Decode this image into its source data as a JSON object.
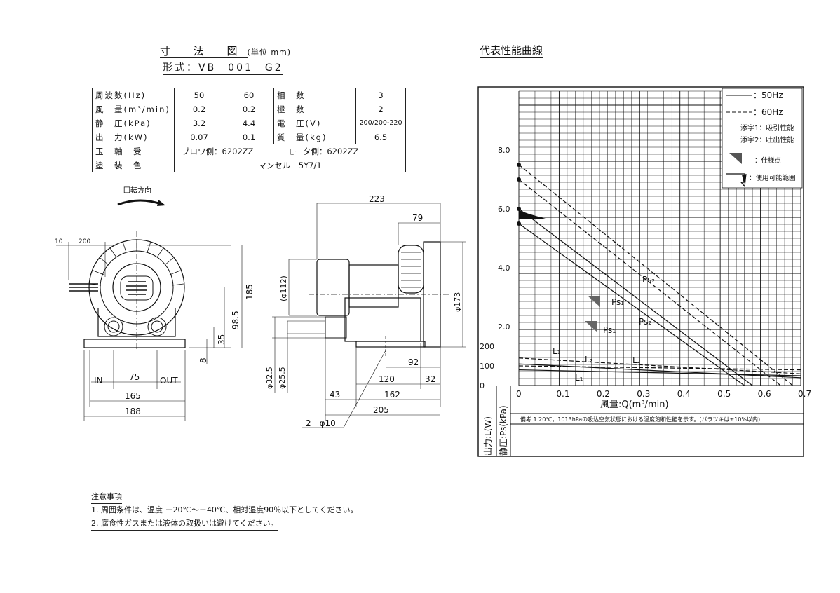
{
  "header": {
    "dim_title": "寸 法 図",
    "dim_unit": "(単位 mm)",
    "model": "形式：VB－001－G2",
    "perf_title": "代表性能曲線"
  },
  "spec_table": {
    "rows": [
      [
        "周波数(Hz)",
        "50",
        "60",
        "相　数",
        "3"
      ],
      [
        "風　量(m³/min)",
        "0.2",
        "0.2",
        "極　数",
        "2"
      ],
      [
        "静　圧(kPa)",
        "3.2",
        "4.4",
        "電　圧(V)",
        "200/200-220"
      ],
      [
        "出　力(kW)",
        "0.07",
        "0.1",
        "質　量(kg)",
        "6.5"
      ]
    ],
    "bearing_label": "玉　軸　受",
    "bearing_blower": "ブロワ側：6202ZZ",
    "bearing_motor": "モータ側：6202ZZ",
    "paint_label": "塗　装　色",
    "paint_value": "マンセル　5Y7/1"
  },
  "drawing": {
    "rotation_label": "回転方向",
    "dims_front": [
      "10",
      "200",
      "185",
      "98.5",
      "35",
      "8",
      "75",
      "165",
      "188"
    ],
    "port_in": "IN",
    "port_out": "OUT",
    "dims_side": [
      "223",
      "79",
      "(φ112)",
      "φ173",
      "φ32.5",
      "φ25.5",
      "92",
      "120",
      "32",
      "43",
      "162",
      "205",
      "2－φ10"
    ]
  },
  "chart_data": {
    "type": "line",
    "xlabel": "風量:Q(m³/min)",
    "ylabel_ps": "静圧:Ps(kPa)",
    "ylabel_l": "出力:L(W)",
    "x_ticks": [
      "0",
      "0.1",
      "0.2",
      "0.3",
      "0.4",
      "0.5",
      "0.6",
      "0.7"
    ],
    "ps_ticks": [
      "2.0",
      "4.0",
      "6.0",
      "8.0"
    ],
    "l_ticks": [
      "0",
      "100",
      "200"
    ],
    "xlim": [
      0,
      0.7
    ],
    "ylim_ps": [
      0,
      10
    ],
    "legend": {
      "hz50": "：50Hz",
      "hz60": "：60Hz",
      "sub1": "添字1：吸引性能",
      "sub2": "添字2：吐出性能",
      "spec_point": "：仕様点",
      "usable": "：使用可能範囲"
    },
    "series": [
      {
        "name": "Ps1",
        "freq": "50Hz",
        "x": [
          0,
          0.56
        ],
        "y": [
          5.5,
          0
        ]
      },
      {
        "name": "Ps2",
        "freq": "50Hz",
        "x": [
          0,
          0.58
        ],
        "y": [
          6.0,
          0
        ]
      },
      {
        "name": "Ps1",
        "freq": "60Hz",
        "x": [
          0,
          0.65
        ],
        "y": [
          7.0,
          0
        ]
      },
      {
        "name": "Ps2",
        "freq": "60Hz",
        "x": [
          0,
          0.68
        ],
        "y": [
          7.5,
          0
        ]
      },
      {
        "name": "L1",
        "freq": "50Hz",
        "x": [
          0,
          0.7
        ],
        "y": [
          80,
          50
        ]
      },
      {
        "name": "L2",
        "freq": "50Hz",
        "x": [
          0,
          0.7
        ],
        "y": [
          110,
          40
        ]
      },
      {
        "name": "L1",
        "freq": "60Hz",
        "x": [
          0,
          0.7
        ],
        "y": [
          100,
          80
        ]
      },
      {
        "name": "L2",
        "freq": "60Hz",
        "x": [
          0,
          0.7
        ],
        "y": [
          140,
          60
        ]
      }
    ],
    "labels": [
      "Ps₂",
      "Ps₁",
      "Ps₂",
      "Ps₁",
      "L₁",
      "L₂",
      "L₂",
      "L₁"
    ],
    "remark": "備考 1.20℃，1013hPaの吸込空気状態における温度飽和性能を示す。(バラツキは±10%以内)"
  },
  "notes": {
    "title": "注意事項",
    "items": [
      "1. 周囲条件は、温度 －20℃～＋40℃、相対湿度90％以下としてください。",
      "2. 腐食性ガスまたは液体の取扱いは避けてください。"
    ]
  }
}
